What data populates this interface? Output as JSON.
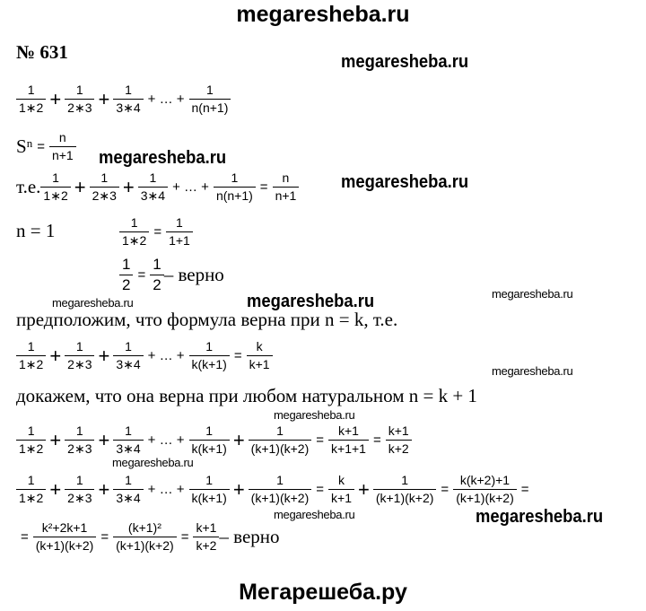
{
  "header": "megaresheba.ru",
  "footer": "Мегарешеба.ру",
  "problem_number": "№ 631",
  "watermarks": {
    "big": "megaresheba.ru",
    "small": "megaresheba.ru"
  },
  "lines": [
    {
      "tokens": [
        {
          "n": "1",
          "d": "1∗2"
        },
        "+",
        {
          "n": "1",
          "d": "2∗3"
        },
        "+",
        {
          "n": "1",
          "d": "3∗4"
        },
        "+ … +",
        {
          "n": "1",
          "d": "n(n+1)"
        }
      ]
    },
    {
      "tokens": [
        "S",
        "n",
        "=",
        {
          "n": "n",
          "d": "n+1"
        }
      ]
    },
    {
      "tokens": [
        "т.е.",
        {
          "n": "1",
          "d": "1∗2"
        },
        "+",
        {
          "n": "1",
          "d": "2∗3"
        },
        "+",
        {
          "n": "1",
          "d": "3∗4"
        },
        "+ … +",
        {
          "n": "1",
          "d": "n(n+1)"
        },
        "=",
        {
          "n": "n",
          "d": "n+1"
        }
      ]
    },
    {
      "tokens": [
        "n = 1"
      ]
    },
    {
      "tokens": [
        {
          "n": "1",
          "d": "1∗2"
        },
        "=",
        {
          "n": "1",
          "d": "1+1"
        }
      ]
    },
    {
      "tokens": [
        {
          "n": "1",
          "d": "2"
        },
        "=",
        {
          "n": "1",
          "d": "2"
        },
        "– верно"
      ]
    },
    {
      "tokens": [
        "предположим, что формула верна при n = k, т.е."
      ]
    },
    {
      "tokens": [
        {
          "n": "1",
          "d": "1∗2"
        },
        "+",
        {
          "n": "1",
          "d": "2∗3"
        },
        "+",
        {
          "n": "1",
          "d": "3∗4"
        },
        "+ … +",
        {
          "n": "1",
          "d": "k(k+1)"
        },
        "=",
        {
          "n": "k",
          "d": "k+1"
        }
      ]
    },
    {
      "tokens": [
        "докажем, что она верна при любом натуральном n = k + 1"
      ]
    },
    {
      "tokens": [
        {
          "n": "1",
          "d": "1∗2"
        },
        "+",
        {
          "n": "1",
          "d": "2∗3"
        },
        "+",
        {
          "n": "1",
          "d": "3∗4"
        },
        "+ … +",
        {
          "n": "1",
          "d": "k(k+1)"
        },
        "+",
        {
          "n": "1",
          "d": "(k+1)(k+2)"
        },
        "=",
        {
          "n": "k+1",
          "d": "k+1+1"
        },
        "=",
        {
          "n": "k+1",
          "d": "k+2"
        }
      ]
    },
    {
      "tokens": [
        {
          "n": "1",
          "d": "1∗2"
        },
        "+",
        {
          "n": "1",
          "d": "2∗3"
        },
        "+",
        {
          "n": "1",
          "d": "3∗4"
        },
        "+ … +",
        {
          "n": "1",
          "d": "k(k+1)"
        },
        "+",
        {
          "n": "1",
          "d": "(k+1)(k+2)"
        },
        "=",
        {
          "n": "k",
          "d": "k+1"
        },
        "+",
        {
          "n": "1",
          "d": "(k+1)(k+2)"
        },
        "=",
        {
          "n": "k(k+2)+1",
          "d": "(k+1)(k+2)"
        },
        "="
      ]
    },
    {
      "tokens": [
        "=",
        {
          "n": "k²+2k+1",
          "d": "(k+1)(k+2)"
        },
        "=",
        {
          "n": "(k+1)²",
          "d": "(k+1)(k+2)"
        },
        "=",
        {
          "n": "k+1",
          "d": "k+2"
        },
        "– верно"
      ]
    }
  ]
}
